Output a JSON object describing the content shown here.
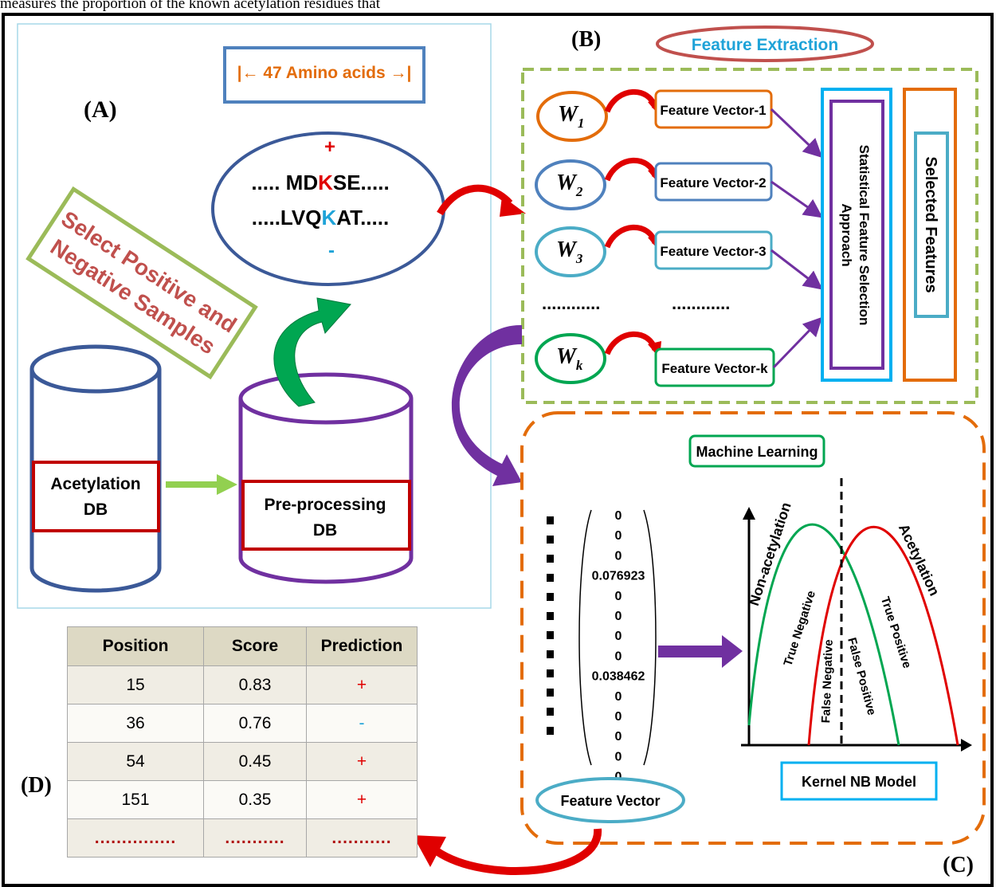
{
  "caption": "measures the proportion of the known acetylation residues that",
  "panels": {
    "a": "(A)",
    "b": "(B)",
    "c": "(C)",
    "d": "(D)"
  },
  "panel_a": {
    "window_label": "|← 47 Amino acids →|",
    "plus_sign": "+",
    "minus_sign": "-",
    "seq1": {
      "pre": "..... MD",
      "site": "K",
      "post": "SE....."
    },
    "seq2": {
      "pre": ".....LVQ",
      "site": "K",
      "post": "AT....."
    },
    "select_samples": [
      "Select Positive and",
      "Negative Samples"
    ],
    "db1": [
      "Acetylation",
      "DB"
    ],
    "db2": [
      "Pre-processing",
      "DB"
    ]
  },
  "panel_b": {
    "title": "Feature Extraction",
    "windows": [
      {
        "w": "W",
        "sub": "1",
        "vector": "Feature Vector-1"
      },
      {
        "w": "W",
        "sub": "2",
        "vector": "Feature Vector-2"
      },
      {
        "w": "W",
        "sub": "3",
        "vector": "Feature Vector-3"
      },
      {
        "w": "W",
        "sub": "k",
        "vector": "Feature Vector-k"
      }
    ],
    "ellipsis_left": "............",
    "ellipsis_right": "............",
    "selection_label": [
      "Statistical Feature Selection",
      "Approach"
    ],
    "selected_label": "Selected Features"
  },
  "panel_c": {
    "title": "Machine Learning",
    "vector_values": [
      "0",
      "0",
      "0",
      "0.076923",
      "0",
      "0",
      "0",
      "0",
      "0.038462",
      "0",
      "0",
      "0",
      "0",
      "0"
    ],
    "feature_vector_label": "Feature Vector",
    "model_label": "Kernel NB Model",
    "curve_labels": {
      "non_acetylation": "Non-acetylation",
      "acetylation": "Acetylation",
      "true_negative": "True Negative",
      "false_negative": "False Negative",
      "false_positive": "False Positive",
      "true_positive": "True Positive"
    }
  },
  "panel_d": {
    "headers": [
      "Position",
      "Score",
      "Prediction"
    ],
    "rows": [
      {
        "position": "15",
        "score": "0.83",
        "prediction": "+"
      },
      {
        "position": "36",
        "score": "0.76",
        "prediction": "-"
      },
      {
        "position": "54",
        "score": "0.45",
        "prediction": "+"
      },
      {
        "position": "151",
        "score": "0.35",
        "prediction": "+"
      }
    ],
    "dots": [
      "...............",
      "...........",
      "..........."
    ]
  },
  "colors": {
    "orange": "#e36c0a",
    "green": "#00a651",
    "purple": "#7030a0",
    "red": "#e00000",
    "blue_dark": "#3b5998",
    "cyan": "#00b0f0",
    "olive": "#9bbb59",
    "dbred": "#c00000"
  }
}
